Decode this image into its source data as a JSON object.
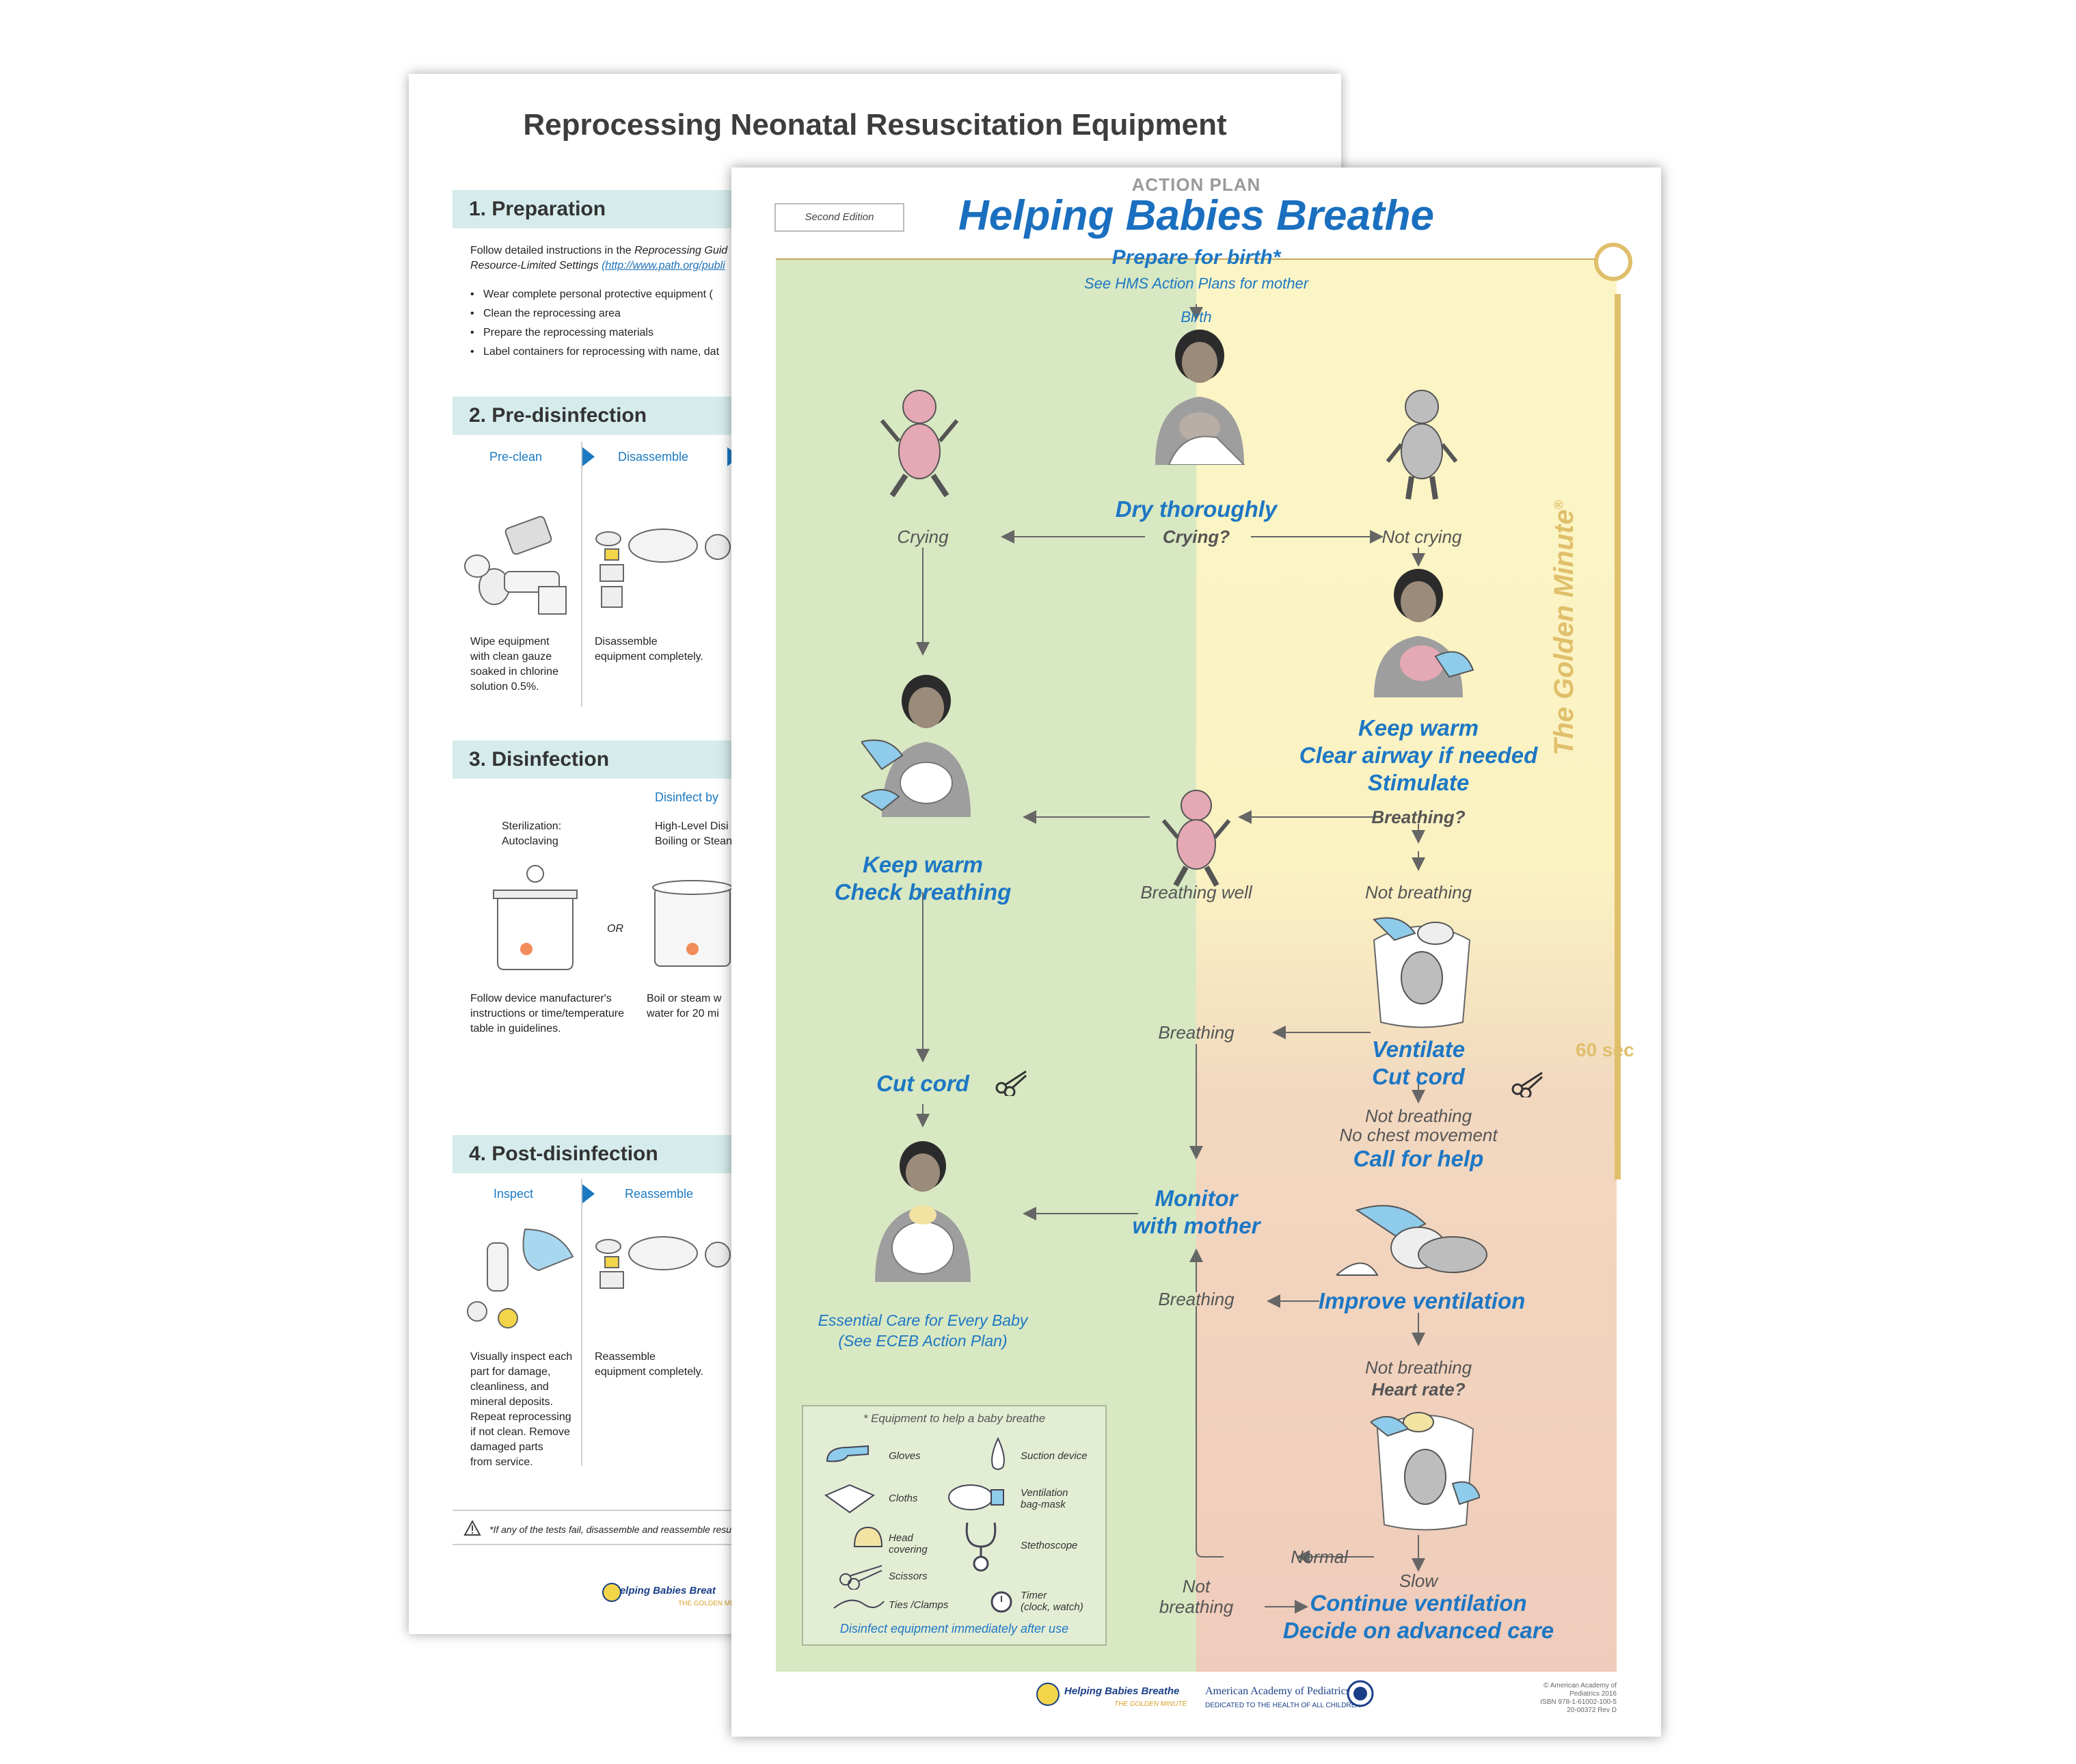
{
  "back": {
    "title": "Reprocessing Neonatal Resuscitation Equipment",
    "sections": [
      {
        "heading": "1. Preparation"
      },
      {
        "heading": "2. Pre-disinfection"
      },
      {
        "heading": "3. Disinfection"
      },
      {
        "heading": "4. Post-disinfection"
      }
    ],
    "prep_intro_1": "Follow detailed instructions in the ",
    "prep_intro_italic": "Reprocessing Guid",
    "prep_intro_2": "Resource-Limited Settings",
    "prep_intro_link": "(http://www.path.org/publi",
    "prep_bullets": [
      "Wear complete personal protective equipment (",
      "Clean the reprocessing area",
      "Prepare the reprocessing materials",
      "Label containers for reprocessing with name, dat"
    ],
    "predis_steps": [
      "Pre-clean",
      "Disassemble"
    ],
    "predis_texts": [
      "Wipe equipment\nwith clean gauze\nsoaked in chlorine\nsolution 0.5%.",
      "Disassemble\nequipment completely."
    ],
    "disinfect_by": "Disinfect  by",
    "disinfect_col1_title": "Sterilization:\nAutoclaving",
    "disinfect_col2_title": "High-Level Disi\nBoiling or Stean",
    "or_label": "OR",
    "disinfect_col1_text": "Follow device manufacturer's\ninstructions or time/temperature\ntable in guidelines.",
    "disinfect_col2_text": "Boil or steam w\nwater for 20 mi",
    "post_steps": [
      "Inspect",
      "Reassemble"
    ],
    "post_texts": [
      "Visually inspect each\npart for damage,\ncleanliness, and\nmineral deposits.\nRepeat reprocessing\nif not clean. Remove\ndamaged parts\nfrom service.",
      "Reassemble\nequipment completely."
    ],
    "footnote": "*If any of the tests fail, disassemble and reassemble resus",
    "footer_logo": "Helping Babies Breat",
    "footer_tag": "THE GOLDEN MIN"
  },
  "poster": {
    "edition": "Second Edition",
    "action_plan": "ACTION PLAN",
    "title": "Helping Babies Breathe",
    "prepare": "Prepare for birth*",
    "see_hms": "See HMS Action Plans for mother",
    "birth": "Birth",
    "dry": "Dry thoroughly",
    "crying_q": "Crying?",
    "crying": "Crying",
    "not_crying": "Not crying",
    "keep_warm_right": [
      "Keep warm",
      "Clear airway if needed",
      "Stimulate"
    ],
    "breathing_q": "Breathing?",
    "keep_warm_left": [
      "Keep warm",
      "Check breathing"
    ],
    "breathing_well": "Breathing well",
    "not_breathing_1": "Not breathing",
    "ventilate": [
      "Ventilate",
      "Cut cord"
    ],
    "breathing_1": "Breathing",
    "cut_cord": "Cut cord",
    "not_breathing_2": "Not breathing",
    "no_chest": "No chest movement",
    "call_help": "Call for help",
    "monitor": [
      "Monitor",
      "with mother"
    ],
    "breathing_2": "Breathing",
    "improve": "Improve ventilation",
    "essential": [
      "Essential Care for Every Baby",
      "(See ECEB Action Plan)"
    ],
    "not_breathing_3": "Not breathing",
    "heart_rate": "Heart rate?",
    "normal": "Normal",
    "slow": "Slow",
    "not_breathing_4": [
      "Not",
      "breathing"
    ],
    "continue": [
      "Continue ventilation",
      "Decide on advanced care"
    ],
    "golden_minute": "The Golden Minute",
    "golden_reg": "®",
    "sixty_sec": "60 sec",
    "legend": {
      "title": "* Equipment to help a baby breathe",
      "items": [
        "Gloves",
        "Suction device",
        "Cloths",
        "Ventilation\nbag-mask",
        "Head\ncovering",
        "Stethoscope",
        "Scissors",
        "Ties /Clamps",
        "Timer\n(clock, watch)"
      ],
      "footer": "Disinfect equipment immediately after use"
    },
    "footer": {
      "hbb": "Helping Babies Breathe",
      "hbb_tag": "THE GOLDEN MINUTE",
      "aap": "American Academy of Pediatrics",
      "aap_tag": "DEDICATED TO THE HEALTH OF ALL CHILDREN",
      "copyright": "© American Academy of Pediatrics 2016\nISBN 978-1-61002-100-5\n20-00372 Rev D"
    }
  }
}
